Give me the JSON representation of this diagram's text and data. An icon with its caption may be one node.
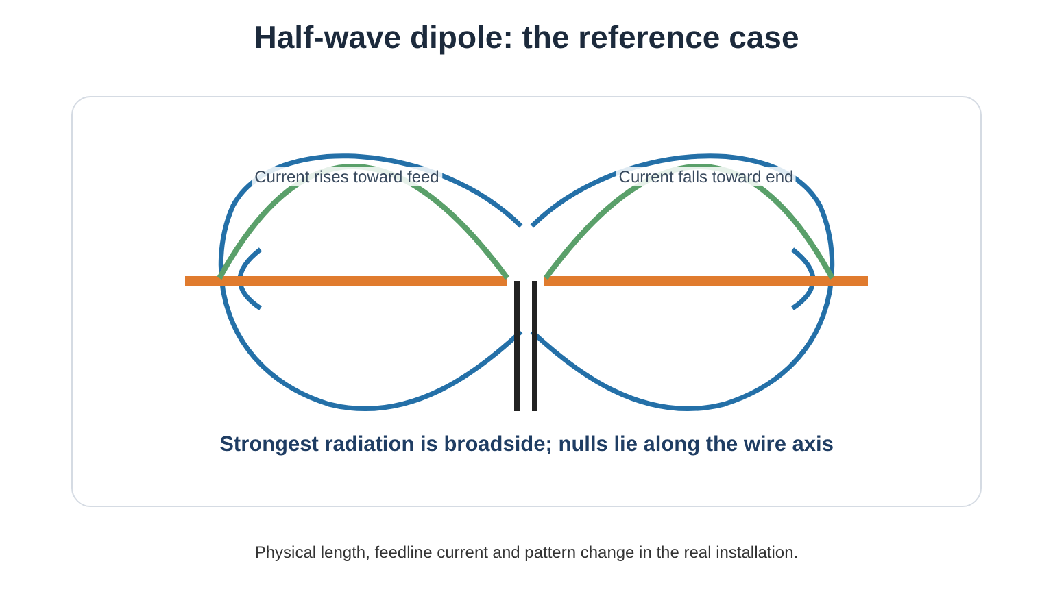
{
  "diagram": {
    "title": "Half-wave dipole: the reference case",
    "caption": "Physical length, feedline current and pattern change in the real installation.",
    "labels": [
      "Current rises toward feed",
      "Current falls toward end",
      "Strongest radiation is broadside; nulls lie along the wire axis"
    ]
  }
}
